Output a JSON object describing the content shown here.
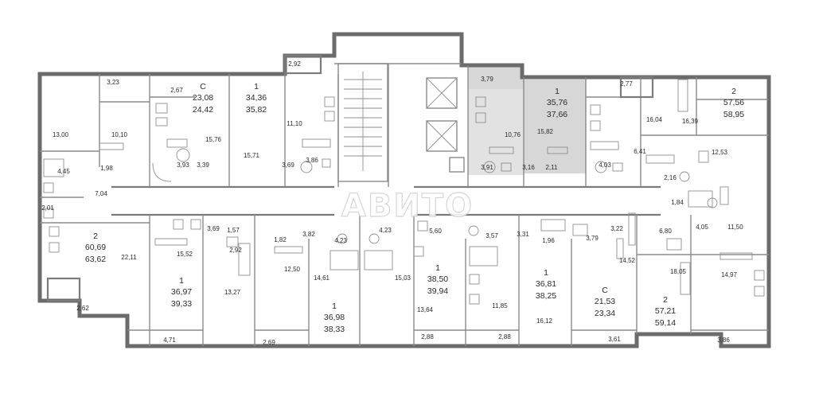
{
  "apartments": [
    {
      "id": "apt-studio-top-left",
      "type": "С",
      "living": "23,08",
      "total": "24,42"
    },
    {
      "id": "apt-1-top-left",
      "type": "1",
      "living": "34,36",
      "total": "35,82"
    },
    {
      "id": "apt-1-top-center",
      "type": "1",
      "living": "35,76",
      "total": "37,66"
    },
    {
      "id": "apt-2-top-right",
      "type": "2",
      "living": "57,56",
      "total": "58,95"
    },
    {
      "id": "apt-2-left",
      "type": "2",
      "living": "60,69",
      "total": "63,62"
    },
    {
      "id": "apt-1-bottom-left",
      "type": "1",
      "living": "36,97",
      "total": "39,33"
    },
    {
      "id": "apt-1-bottom-center-left",
      "type": "1",
      "living": "36,98",
      "total": "38,33"
    },
    {
      "id": "apt-1-bottom-center",
      "type": "1",
      "living": "38,50",
      "total": "39,94"
    },
    {
      "id": "apt-1-bottom-center-right",
      "type": "1",
      "living": "36,81",
      "total": "38,25"
    },
    {
      "id": "apt-studio-bottom-right",
      "type": "С",
      "living": "21,53",
      "total": "23,34"
    },
    {
      "id": "apt-2-bottom-right",
      "type": "2",
      "living": "57,21",
      "total": "59,14"
    }
  ],
  "rooms": [
    "3,23",
    "2,67",
    "2,92",
    "3,79",
    "2,77",
    "13,00",
    "10,10",
    "15,76",
    "15,71",
    "11,10",
    "10,76",
    "15,82",
    "16,04",
    "16,39",
    "4,45",
    "1,98",
    "3,93",
    "3,39",
    "3,69",
    "3,86",
    "3,91",
    "3,16",
    "2,11",
    "4,03",
    "6,41",
    "12,53",
    "2,16",
    "7,04",
    "2,01",
    "22,11",
    "15,52",
    "3,69",
    "1,57",
    "2,92",
    "1,82",
    "3,82",
    "4,23",
    "4,23",
    "5,60",
    "3,57",
    "3,31",
    "1,96",
    "3,79",
    "3,22",
    "6,80",
    "4,05",
    "1,84",
    "11,50",
    "12,50",
    "14,61",
    "15,03",
    "14,52",
    "18,05",
    "14,97",
    "13,27",
    "13,64",
    "11,85",
    "16,12",
    "2,62",
    "4,71",
    "2,69",
    "2,88",
    "2,88",
    "3,61",
    "3,86"
  ],
  "watermark": {
    "text": "АВИТО"
  }
}
